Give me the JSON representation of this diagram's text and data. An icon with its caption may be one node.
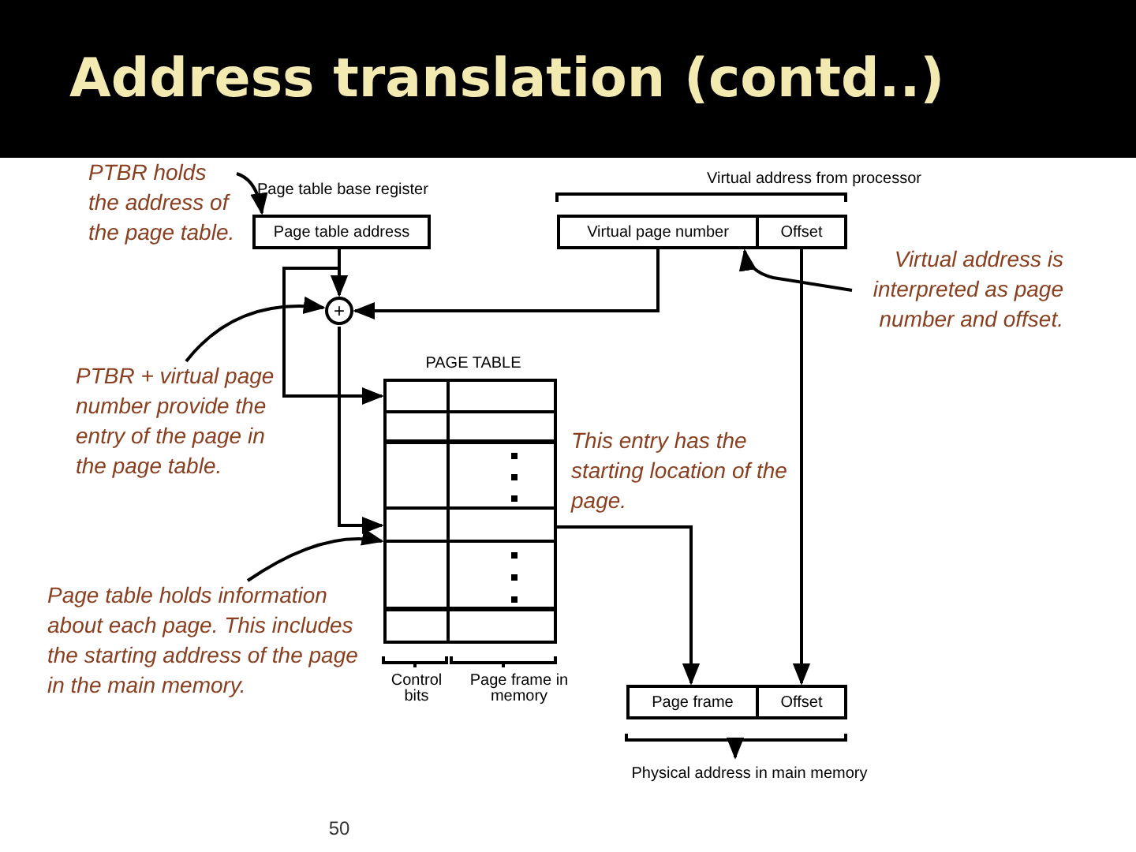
{
  "diagram": {
    "title": "Address translation (contd..)",
    "nodes": [
      {
        "text": [
          "Page table address"
        ],
        "beside": [
          "Page table base register"
        ]
      },
      {
        "text": [
          "Virtual page number"
        ]
      },
      {
        "text": [
          "Offset"
        ]
      },
      {
        "text": [
          "+"
        ]
      },
      {
        "text": [
          "PAGE TABLE"
        ]
      },
      {
        "text": [
          "Page frame"
        ]
      },
      {
        "text": [
          "Offset"
        ]
      },
      {
        "text": [
          "PTBR holds the address of the page table."
        ]
      },
      {
        "text": [
          "PTBR + virtual page number provide the entry of the page in the page table."
        ]
      },
      {
        "text": [
          "Page table holds information about each page. This includes the starting address of the page in the main memory."
        ]
      },
      {
        "text": [
          "Virtual address is interpreted as page number and offset."
        ]
      }
    ],
    "edges": [
      {
        "from": 0,
        "to": 3,
        "arrow": "to"
      },
      {
        "from": 0,
        "to": 4,
        "arrow": "to"
      },
      {
        "from": 1,
        "to": 3,
        "arrow": "to"
      },
      {
        "from": 3,
        "to": 4,
        "arrow": "to"
      },
      {
        "from": 4,
        "to": 5,
        "arrow": "to"
      },
      {
        "from": 2,
        "to": 6,
        "arrow": "to"
      },
      {
        "from": 7,
        "to": 0,
        "arrow": "to"
      },
      {
        "from": 8,
        "to": 3,
        "arrow": "to"
      },
      {
        "from": 9,
        "to": 4,
        "arrow": "to"
      },
      {
        "from": 10,
        "to": 1,
        "arrow": "to"
      }
    ],
    "labels": [
      "Virtual address from processor",
      "This entry has the starting location of the page.",
      "Control bits",
      "Page frame in memory",
      "Physical address in main memory",
      "50"
    ]
  }
}
